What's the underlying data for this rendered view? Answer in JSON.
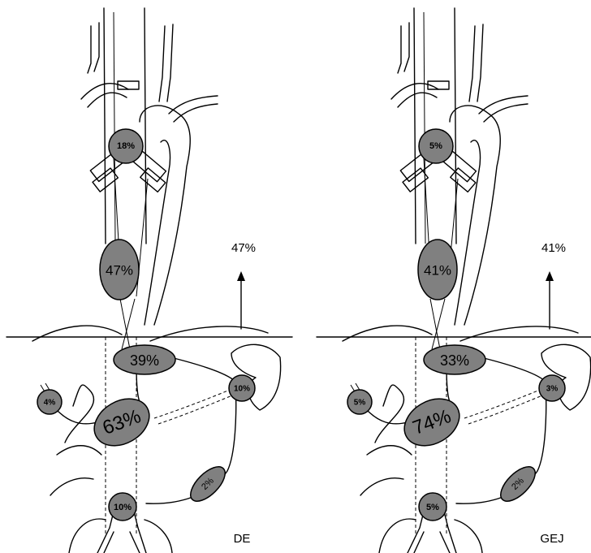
{
  "panels": [
    {
      "id": "de",
      "caption": "DE",
      "upward_percent": "47%",
      "nodes": {
        "neck": "18%",
        "mid_thoracic": "47%",
        "hiatus": "39%",
        "cardia": "63%",
        "splenic": "10%",
        "left_lateral": "4%",
        "lower": "10%",
        "greater_curve": "2%"
      }
    },
    {
      "id": "gej",
      "caption": "GEJ",
      "upward_percent": "41%",
      "nodes": {
        "neck": "5%",
        "mid_thoracic": "41%",
        "hiatus": "33%",
        "cardia": "74%",
        "splenic": "3%",
        "left_lateral": "5%",
        "lower": "5%",
        "greater_curve": "2%"
      }
    }
  ]
}
